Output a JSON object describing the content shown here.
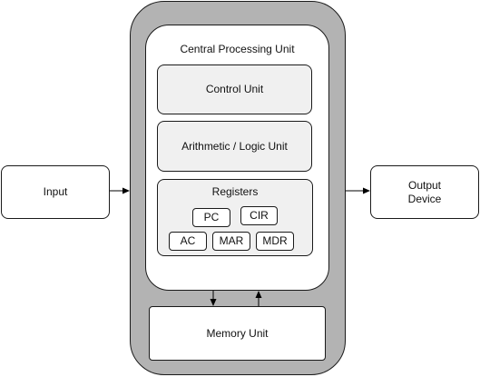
{
  "diagram": {
    "input": "Input",
    "output": "Output\nDevice",
    "cpu_title": "Central Processing Unit",
    "control_unit": "Control Unit",
    "alu": "Arithmetic / Logic Unit",
    "registers_title": "Registers",
    "registers": [
      "PC",
      "CIR",
      "AC",
      "MAR",
      "MDR"
    ],
    "memory_unit": "Memory Unit"
  }
}
